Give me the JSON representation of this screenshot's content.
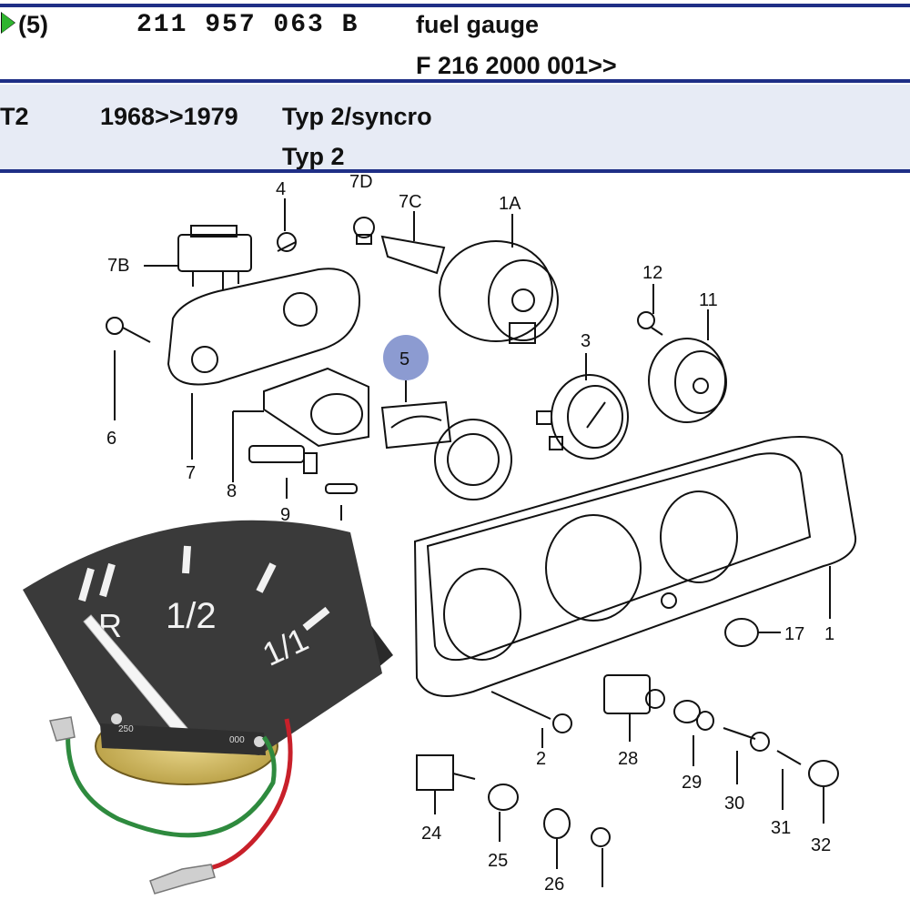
{
  "part_row": {
    "position": "(5)",
    "part_number": "211 957 063 B",
    "description": "fuel gauge",
    "supersession": "F 216 2000 001>>"
  },
  "model_row": {
    "model": "T2",
    "years": "1968>>1979",
    "types": [
      "Typ 2/syncro",
      "Typ 2"
    ]
  },
  "diagram": {
    "callouts": {
      "c4": "4",
      "c7d": "7D",
      "c7c": "7C",
      "c1a": "1A",
      "c7b": "7B",
      "c12": "12",
      "c11": "11",
      "c5": "5",
      "c3": "3",
      "c6": "6",
      "c7": "7",
      "c8": "8",
      "c9": "9",
      "c17": "17",
      "c1": "1",
      "c2": "2",
      "c28": "28",
      "c29": "29",
      "c30": "30",
      "c31": "31",
      "c32": "32",
      "c24": "24",
      "c25": "25",
      "c26": "26"
    },
    "highlight_color": "#8c9bd1"
  },
  "gauge_photo": {
    "mark_reserve": "R",
    "mark_half": "1/2",
    "mark_full": "1/1",
    "resistor_left": "250",
    "resistor_right": "000",
    "wire_colors": [
      "#2e8a3e",
      "#c8202a"
    ]
  }
}
